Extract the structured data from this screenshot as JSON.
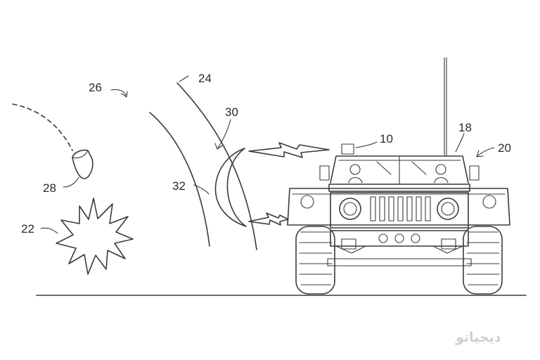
{
  "labels": {
    "shield": "24",
    "outer_zone": "26",
    "dome_emitter": "30",
    "projectile": "28",
    "inner_field": "32",
    "explosion": "22",
    "vehicle": "10",
    "antenna": "18",
    "system": "20"
  },
  "watermark": {
    "text": "دیجیاتو"
  },
  "colors": {
    "line": "#3a3a3a",
    "background": "#ffffff",
    "watermark": "#cfcfcf"
  }
}
